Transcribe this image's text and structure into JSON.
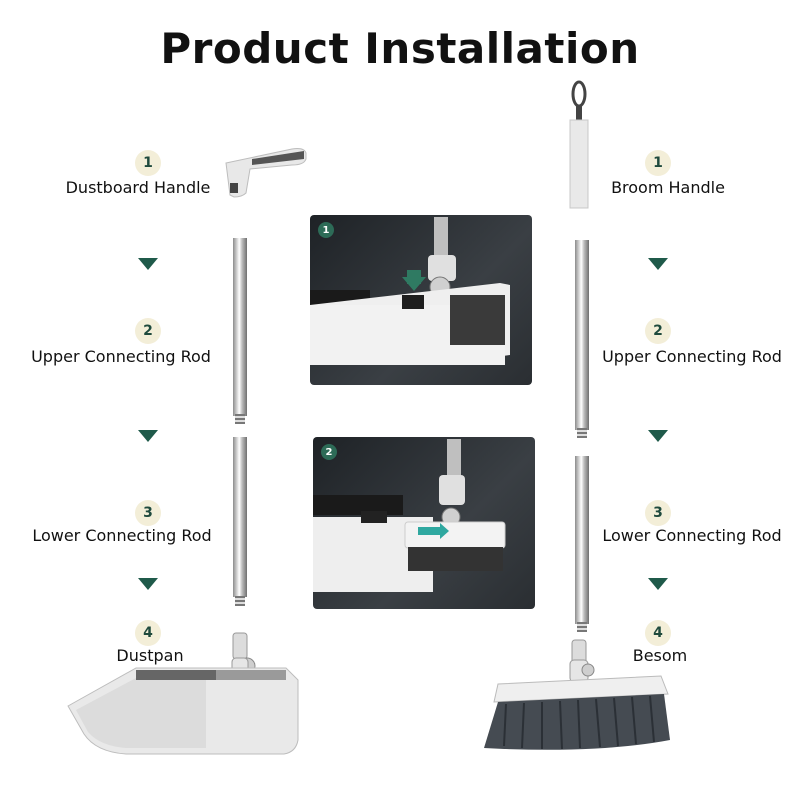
{
  "title": "Product Installation",
  "left_steps": [
    {
      "number": "1",
      "label": "Dustboard Handle"
    },
    {
      "number": "2",
      "label": "Upper Connecting Rod"
    },
    {
      "number": "3",
      "label": "Lower Connecting Rod"
    },
    {
      "number": "4",
      "label": "Dustpan"
    }
  ],
  "right_steps": [
    {
      "number": "1",
      "label": "Broom Handle"
    },
    {
      "number": "2",
      "label": "Upper Connecting Rod"
    },
    {
      "number": "3",
      "label": "Lower Connecting Rod"
    },
    {
      "number": "4",
      "label": "Besom"
    }
  ],
  "panels": [
    {
      "number": "1"
    },
    {
      "number": "2"
    }
  ],
  "colors": {
    "badge_bg": "#f3eed8",
    "badge_text": "#1f4a3d",
    "arrow": "#1f5a4a",
    "accent": "#2d6b57"
  }
}
